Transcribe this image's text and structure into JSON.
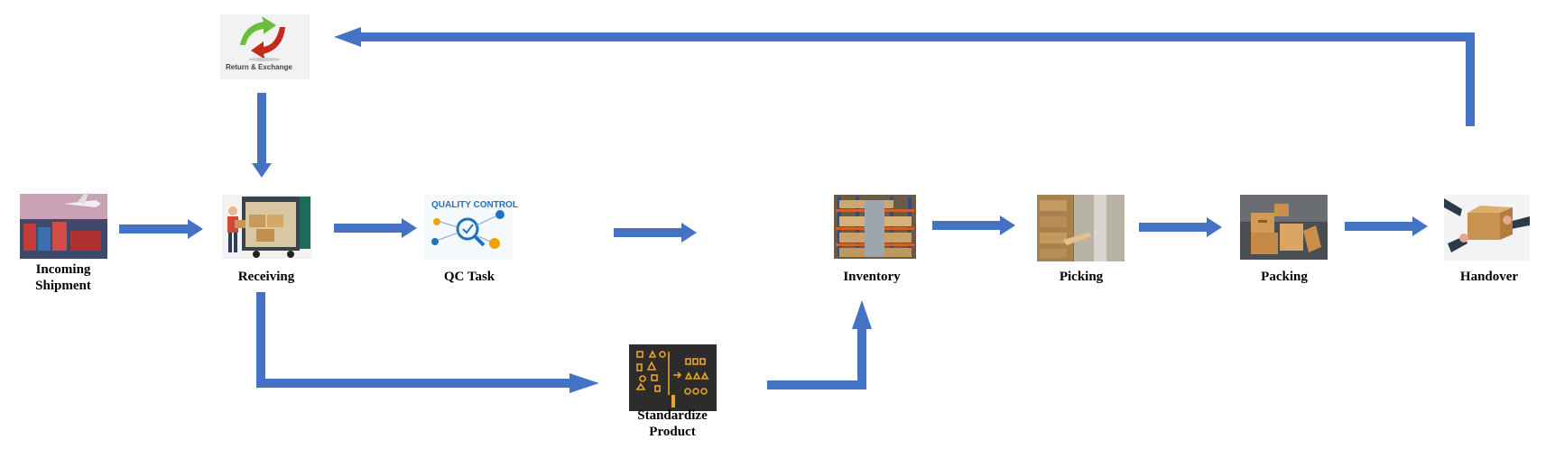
{
  "diagram": {
    "title": "",
    "arrow_color": "#4472C4",
    "nodes": [
      {
        "id": "incoming",
        "label": "Incoming\nShipment",
        "icon": "cargo-ship-truck-plane-image"
      },
      {
        "id": "receiving",
        "label": "Receiving",
        "icon": "delivery-truck-worker-image"
      },
      {
        "id": "qc",
        "label": "QC Task",
        "icon": "quality-control-magnifier-image",
        "image_text": "QUALITY CONTROL"
      },
      {
        "id": "inventory",
        "label": "Inventory",
        "icon": "warehouse-shelves-image"
      },
      {
        "id": "picking",
        "label": "Picking",
        "icon": "warehouse-picking-image"
      },
      {
        "id": "packing",
        "label": "Packing",
        "icon": "cardboard-boxes-image"
      },
      {
        "id": "handover",
        "label": "Handover",
        "icon": "hands-passing-box-image"
      },
      {
        "id": "return",
        "label": "",
        "icon": "return-exchange-arrows-image",
        "image_text": "Return & Exchange"
      },
      {
        "id": "standardize",
        "label": "Standardize\nProduct",
        "icon": "shapes-sorting-chalkboard-image"
      }
    ],
    "edges": [
      {
        "from": "incoming",
        "to": "receiving"
      },
      {
        "from": "receiving",
        "to": "qc"
      },
      {
        "from": "qc",
        "to": "inventory"
      },
      {
        "from": "inventory",
        "to": "picking"
      },
      {
        "from": "picking",
        "to": "packing"
      },
      {
        "from": "packing",
        "to": "handover"
      },
      {
        "from": "handover",
        "to": "return"
      },
      {
        "from": "return",
        "to": "receiving"
      },
      {
        "from": "receiving",
        "to": "standardize"
      },
      {
        "from": "standardize",
        "to": "inventory"
      }
    ]
  }
}
